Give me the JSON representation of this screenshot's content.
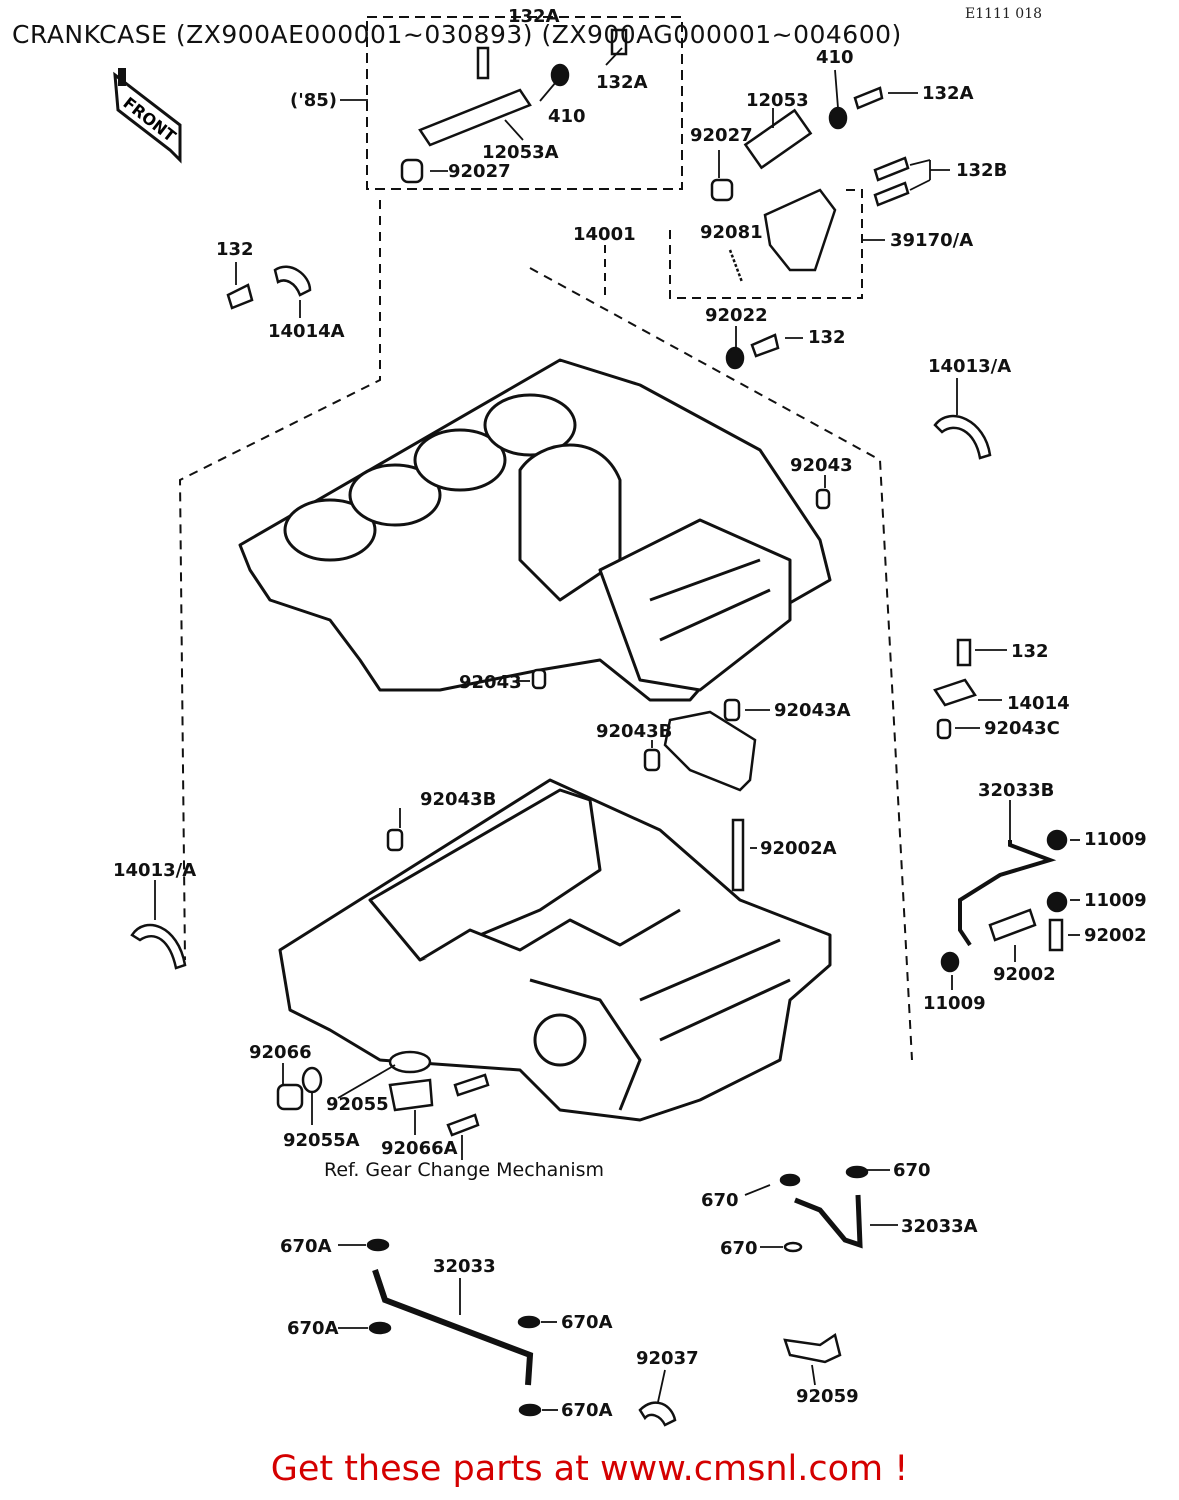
{
  "header": {
    "title": "CRANKCASE (ZX900AE000001~030893) (ZX900AG000001~004600)",
    "code": "E1111 018"
  },
  "front_badge": "FRONT",
  "labels": {
    "l_132A_top": "132A",
    "l_410_a": "410",
    "l_85": "('85)",
    "l_12053A": "12053A",
    "l_92027_a": "92027",
    "l_410_b": "410",
    "l_132A_b": "132A",
    "l_12053": "12053",
    "l_92027_b": "92027",
    "l_132B": "132B",
    "l_92081": "92081",
    "l_39170A": "39170/A",
    "l_132_a": "132",
    "l_14014A": "14014A",
    "l_14001": "14001",
    "l_92022": "92022",
    "l_132_b": "132",
    "l_14013A_r": "14013/A",
    "l_92043_r": "92043",
    "l_92043_c": "92043",
    "l_132_c": "132",
    "l_14014": "14014",
    "l_92043C": "92043C",
    "l_92043A": "92043A",
    "l_92043B_a": "92043B",
    "l_92043B_b": "92043B",
    "l_32033B": "32033B",
    "l_11009_a": "11009",
    "l_92002A": "92002A",
    "l_11009_b": "11009",
    "l_92002_a": "92002",
    "l_92002_b": "92002",
    "l_11009_c": "11009",
    "l_14013A_l": "14013/A",
    "l_92066": "92066",
    "l_92055": "92055",
    "l_92055A": "92055A",
    "l_92066A": "92066A",
    "l_ref": "Ref. Gear Change Mechanism",
    "l_670_a": "670",
    "l_670_b": "670",
    "l_32033A": "32033A",
    "l_670_c": "670",
    "l_670A_a": "670A",
    "l_32033": "32033",
    "l_670A_b": "670A",
    "l_670A_c": "670A",
    "l_92037": "92037",
    "l_92059": "92059",
    "l_670A_d": "670A"
  },
  "footer": {
    "text": "Get these parts at www.cmsnl.com !",
    "color": "#d40000"
  }
}
